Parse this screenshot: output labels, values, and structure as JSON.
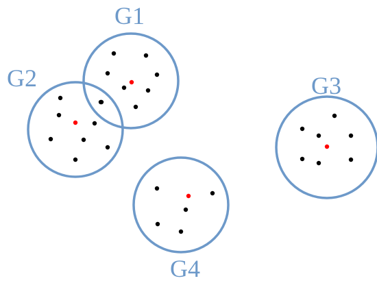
{
  "diagram": {
    "colors": {
      "circle": "#6d99c9",
      "label": "#6d99c9",
      "point": "#000000",
      "center": "#ff0000",
      "background": "#ffffff"
    },
    "groups": [
      {
        "id": "g1",
        "label": "G1"
      },
      {
        "id": "g2",
        "label": "G2"
      },
      {
        "id": "g3",
        "label": "G3"
      },
      {
        "id": "g4",
        "label": "G4"
      }
    ]
  }
}
